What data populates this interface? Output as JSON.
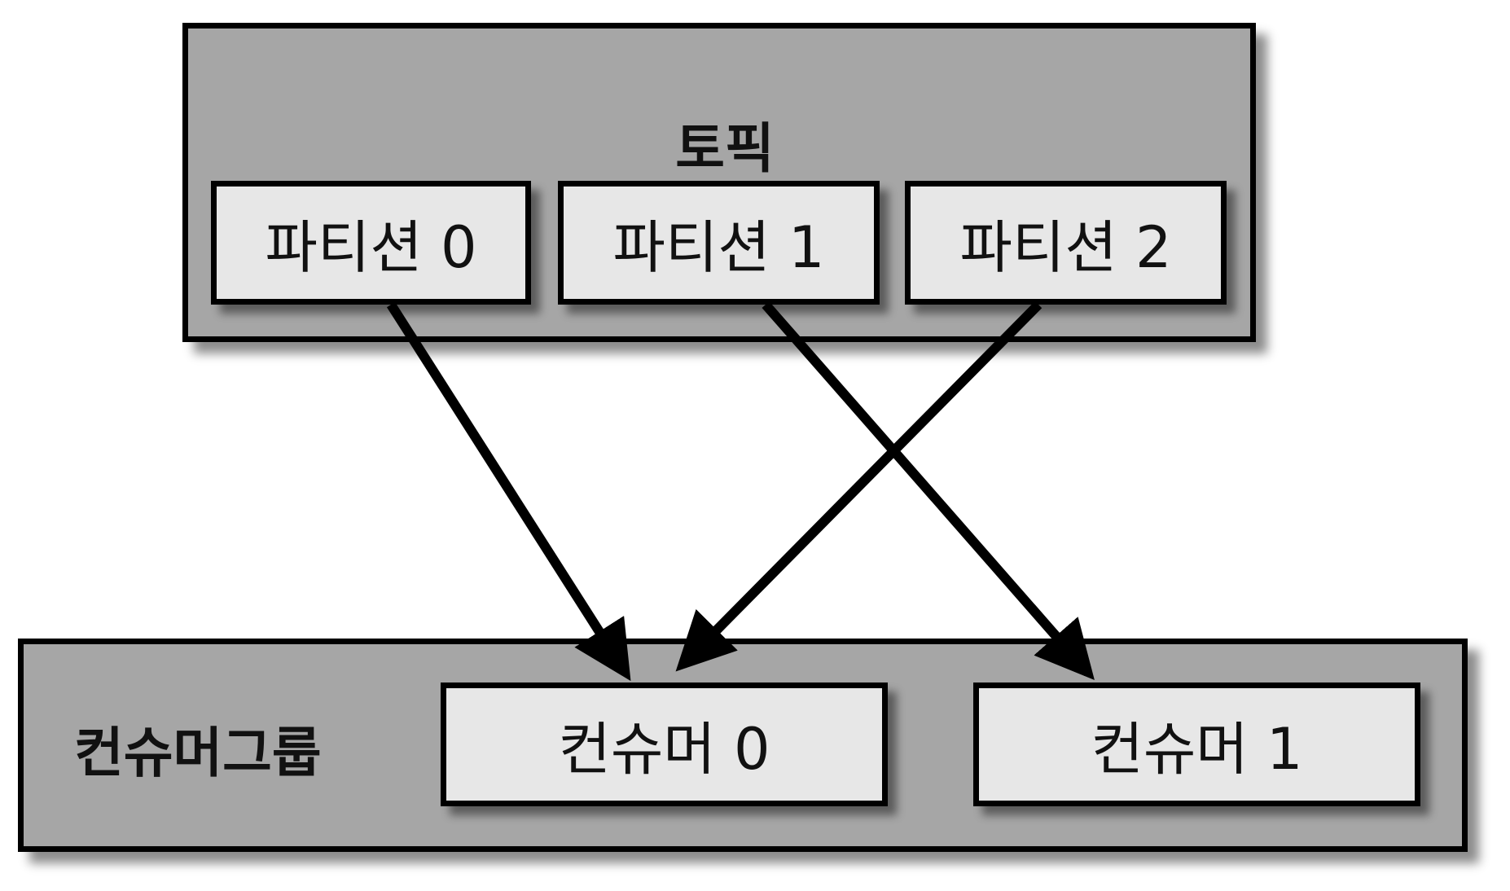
{
  "topic": {
    "title": "토픽",
    "partitions": [
      {
        "label": "파티션 0"
      },
      {
        "label": "파티션 1"
      },
      {
        "label": "파티션 2"
      }
    ]
  },
  "consumer_group": {
    "title": "컨슈머그룹",
    "consumers": [
      {
        "label": "컨슈머 0"
      },
      {
        "label": "컨슈머 1"
      }
    ]
  },
  "assignments": [
    {
      "from": "파티션 0",
      "to": "컨슈머 0"
    },
    {
      "from": "파티션 1",
      "to": "컨슈머 1"
    },
    {
      "from": "파티션 2",
      "to": "컨슈머 0"
    }
  ],
  "colors": {
    "group_fill": "#a6a6a6",
    "node_fill": "#e7e7e7",
    "stroke": "#000000"
  }
}
